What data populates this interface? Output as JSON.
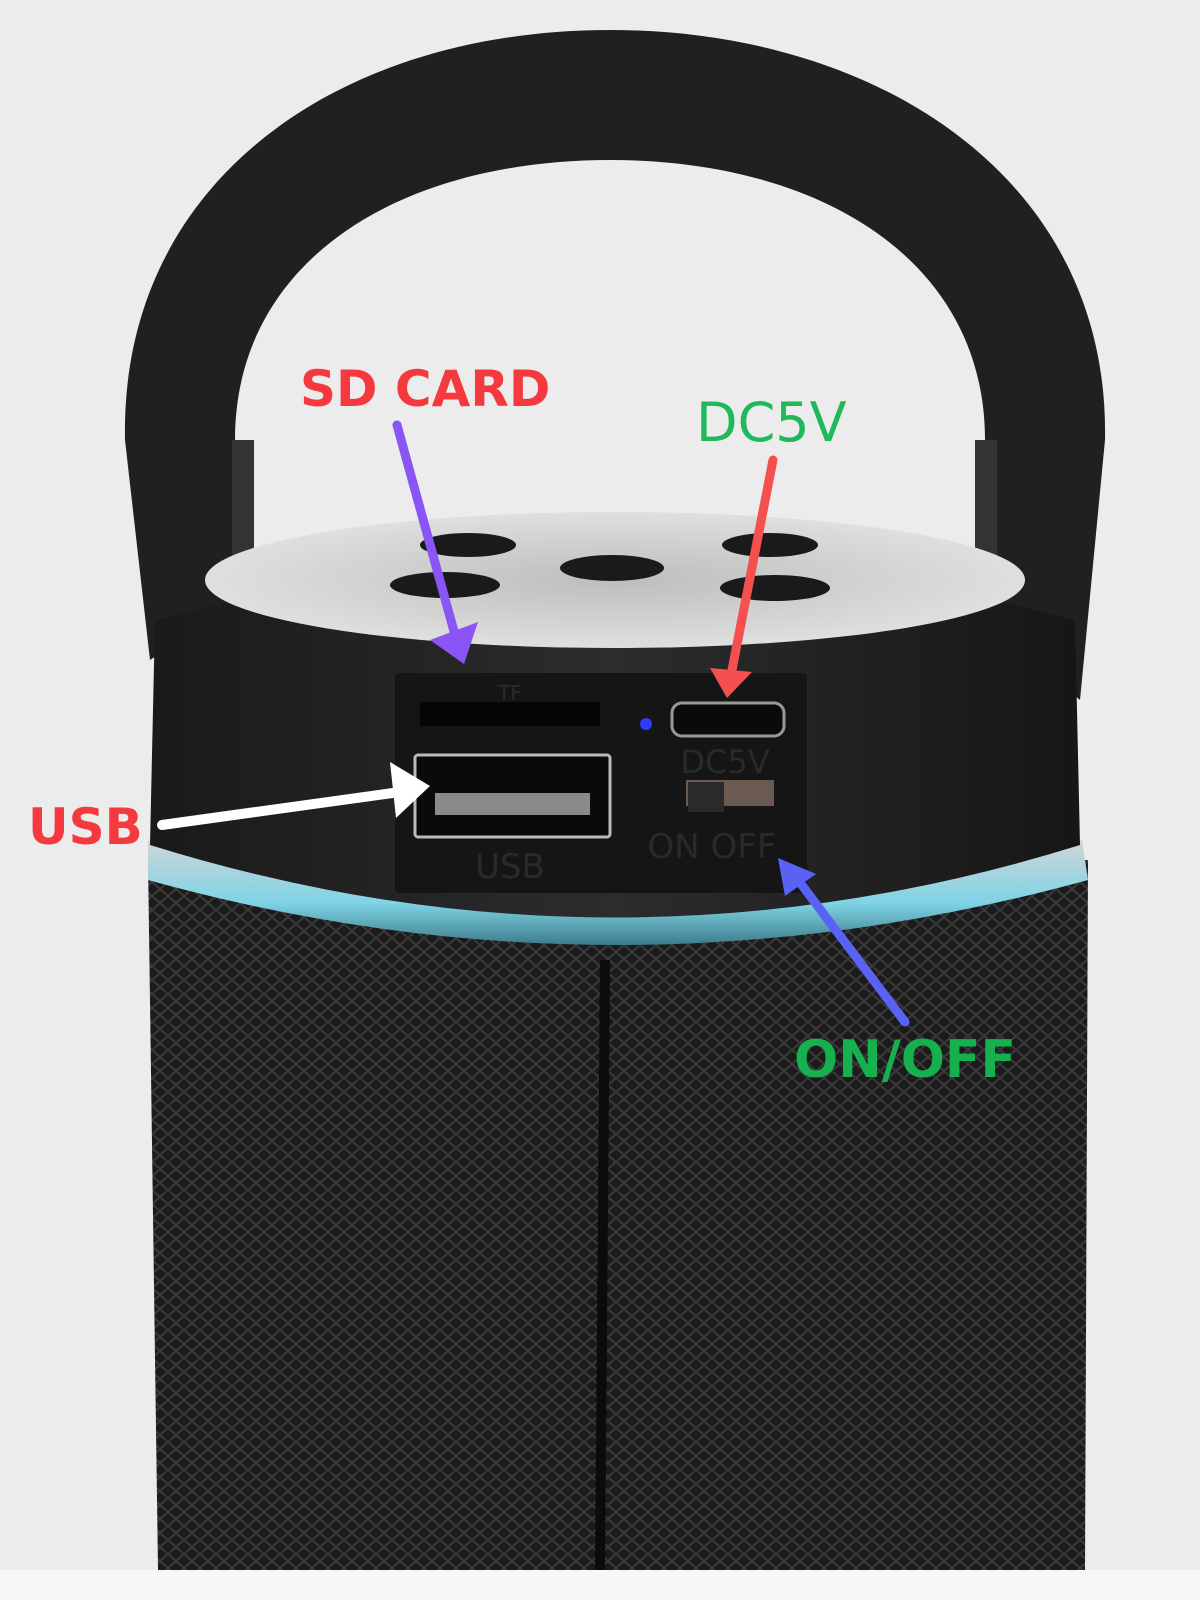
{
  "annotations": {
    "sd_card": {
      "text": "SD CARD",
      "color": "#f43a3f",
      "arrow_color": "#8b55f5"
    },
    "dc5v": {
      "text": "DC5V",
      "color": "#1fb85a",
      "arrow_color": "#f45050"
    },
    "usb": {
      "text": "USB",
      "color": "#f43a3f",
      "arrow_color": "#ffffff"
    },
    "on_off": {
      "text": "ON/OFF",
      "color": "#17b04f",
      "arrow_color": "#5a62f5"
    }
  },
  "device_markings": {
    "tf": "TF",
    "usb": "USB",
    "dc5v": "DC5V",
    "switch": "ON OFF"
  },
  "colors": {
    "background": "#ececec",
    "body": "#1c1c1e",
    "light_ring": "#7fd3e6",
    "indicator_led": "#2f3cff"
  }
}
